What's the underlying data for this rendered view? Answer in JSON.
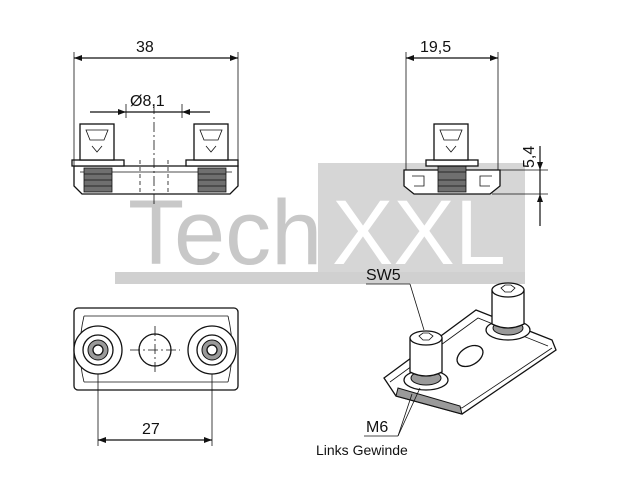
{
  "watermark": {
    "part1": "Tech",
    "part2": "XXL",
    "color": "#c8c8c8"
  },
  "dimensions": {
    "overall_length": "38",
    "hole_diameter": "Ø8,1",
    "width": "19,5",
    "height": "5,4",
    "hole_spacing": "27"
  },
  "labels": {
    "wrench_size": "SW5",
    "thread_size": "M6",
    "thread_note": "Links Gewinde"
  }
}
